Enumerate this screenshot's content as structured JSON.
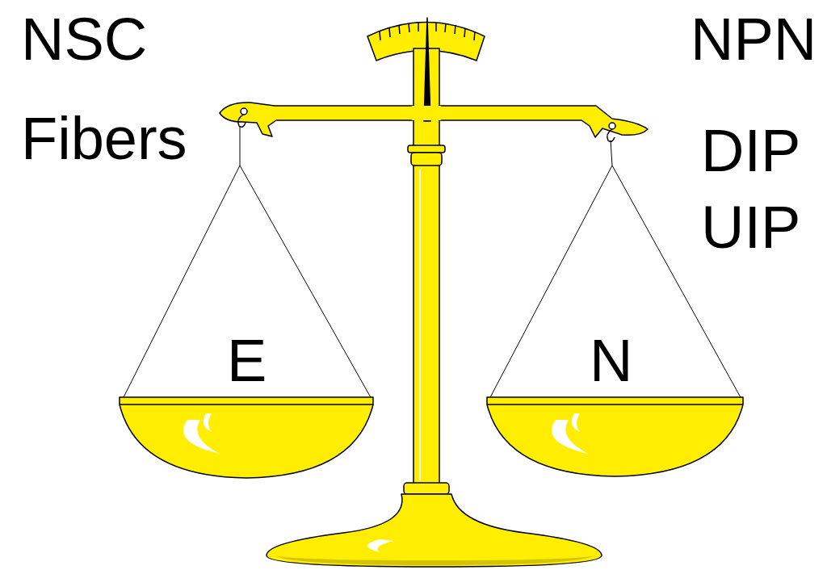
{
  "diagram": {
    "labels": [
      "NSC",
      "Fibers",
      "NPN",
      "DIP",
      "UIP",
      "E",
      "N"
    ]
  }
}
